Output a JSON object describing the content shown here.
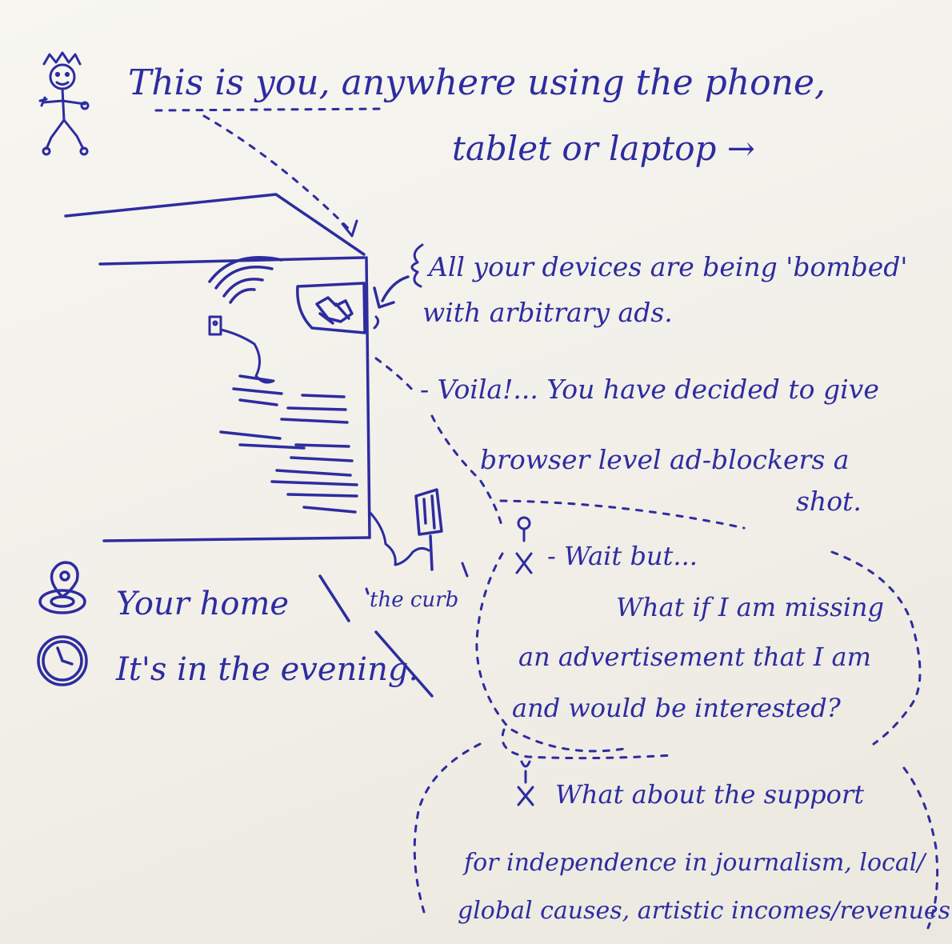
{
  "intro": {
    "line1": "This is you, anywhere using the phone,",
    "line2": "tablet or laptop →"
  },
  "devices_note": {
    "line1": "All your devices are being 'bombed'",
    "line2": "with arbitrary ads."
  },
  "voila_note": {
    "line1": "- Voila!... You have decided to give",
    "line2": "browser level ad-blockers a",
    "line3": "shot."
  },
  "doubt1": {
    "line1": "- Wait but...",
    "line2": "What if I am missing",
    "line3": "an advertisement that I am",
    "line4": "and would be interested?"
  },
  "doubt2": {
    "line1": "What about the support",
    "line2": "for independence in journalism, local/",
    "line3": "global causes, artistic incomes/revenues?"
  },
  "legend": {
    "home": "Your home",
    "curb": "the curb",
    "time": "It's in the evening."
  },
  "icons": {
    "stick_figure": "stick-figure-icon",
    "house": "house-icon",
    "wifi": "wifi-icon",
    "router": "router-icon",
    "window_device": "tv-screen-icon",
    "mailbox": "mailbox-icon",
    "location_pin": "map-pin-icon",
    "clock": "clock-icon",
    "marker_a": "pin-marker-icon",
    "marker_b": "pin-marker-icon"
  },
  "colors": {
    "ink": "#2d2ca0",
    "paper": "#f4f2ec"
  }
}
